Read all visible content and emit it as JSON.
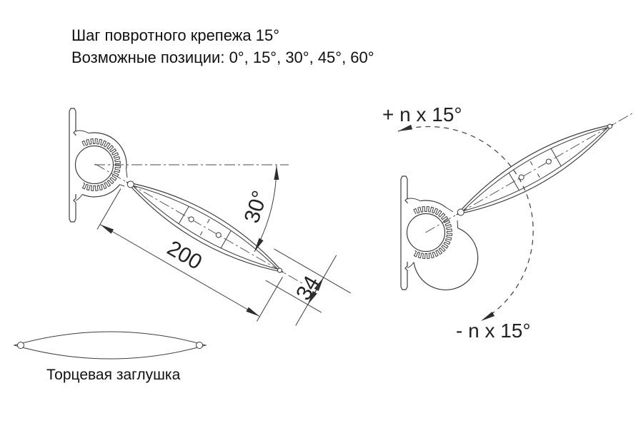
{
  "header": {
    "line1": "Шаг повротного крепежа 15°",
    "line2": "Возможные позиции: 0°, 15°, 30°, 45°, 60°"
  },
  "left_view": {
    "angle_label": "30°",
    "length_label": "200",
    "width_label": "34"
  },
  "right_view": {
    "ccw_label": "+ n x 15°",
    "cw_label": "- n x 15°"
  },
  "end_cap": {
    "label": "Торцевая заглушка"
  },
  "colors": {
    "line": "#3d3d3d",
    "text": "#111111",
    "background": "#ffffff"
  }
}
